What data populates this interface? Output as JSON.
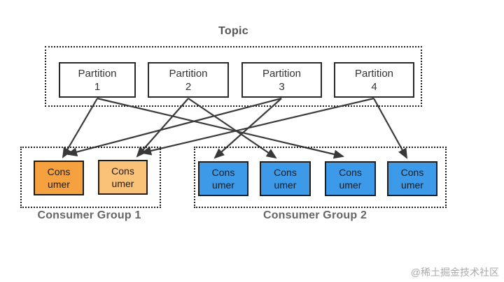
{
  "diagram": {
    "topic": {
      "label": "Topic",
      "partitions": [
        {
          "line1": "Partition",
          "line2": "1"
        },
        {
          "line1": "Partition",
          "line2": "2"
        },
        {
          "line1": "Partition",
          "line2": "3"
        },
        {
          "line1": "Partition",
          "line2": "4"
        }
      ]
    },
    "consumer_groups": [
      {
        "label": "Consumer Group 1",
        "consumers": [
          {
            "line1": "Cons",
            "line2": "umer"
          },
          {
            "line1": "Cons",
            "line2": "umer"
          }
        ]
      },
      {
        "label": "Consumer Group 2",
        "consumers": [
          {
            "line1": "Cons",
            "line2": "umer"
          },
          {
            "line1": "Cons",
            "line2": "umer"
          },
          {
            "line1": "Cons",
            "line2": "umer"
          },
          {
            "line1": "Cons",
            "line2": "umer"
          }
        ]
      }
    ],
    "connections": [
      {
        "from": "Partition 1",
        "to": "Consumer Group 1 - Consumer 1"
      },
      {
        "from": "Partition 1",
        "to": "Consumer Group 2 - Consumer 3"
      },
      {
        "from": "Partition 2",
        "to": "Consumer Group 1 - Consumer 2"
      },
      {
        "from": "Partition 2",
        "to": "Consumer Group 2 - Consumer 2"
      },
      {
        "from": "Partition 3",
        "to": "Consumer Group 1 - Consumer 1"
      },
      {
        "from": "Partition 3",
        "to": "Consumer Group 2 - Consumer 1"
      },
      {
        "from": "Partition 4",
        "to": "Consumer Group 1 - Consumer 2"
      },
      {
        "from": "Partition 4",
        "to": "Consumer Group 2 - Consumer 4"
      }
    ],
    "colors": {
      "group1_consumer1_fill": "#F6A13F",
      "group1_consumer2_fill": "#FAC178",
      "group2_consumer_fill": "#3D9AE9",
      "arrow": "#3b3b3b",
      "border": "#1f1f1f",
      "label_gray": "#666666"
    },
    "watermark": "@稀土掘金技术社区"
  }
}
